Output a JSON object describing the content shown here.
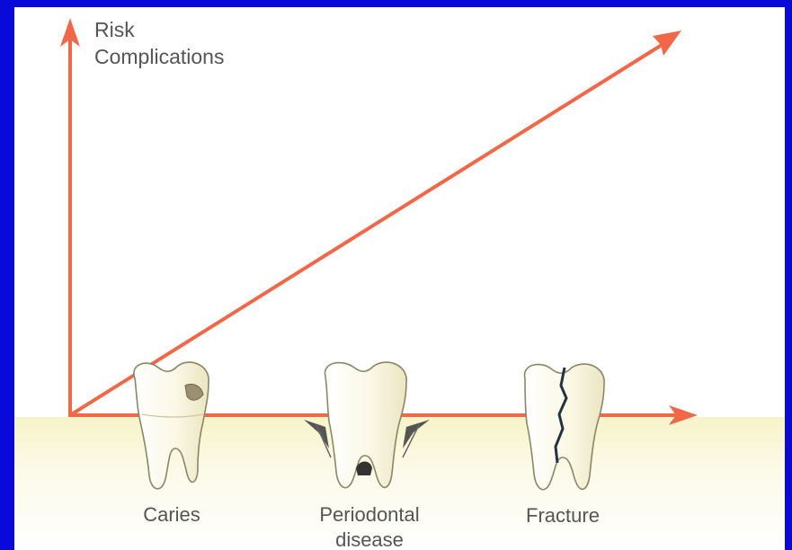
{
  "axis": {
    "y_label_line1": "Risk",
    "y_label_line2": "Complications"
  },
  "teeth": [
    {
      "label": "Caries"
    },
    {
      "label_line1": "Periodontal",
      "label_line2": "disease"
    },
    {
      "label": "Fracture"
    }
  ],
  "colors": {
    "background": "#0a0ad8",
    "arrow": "#f06848",
    "gum": "#f7f3c8",
    "tooth": "#fbf8e8",
    "text": "#555555"
  }
}
